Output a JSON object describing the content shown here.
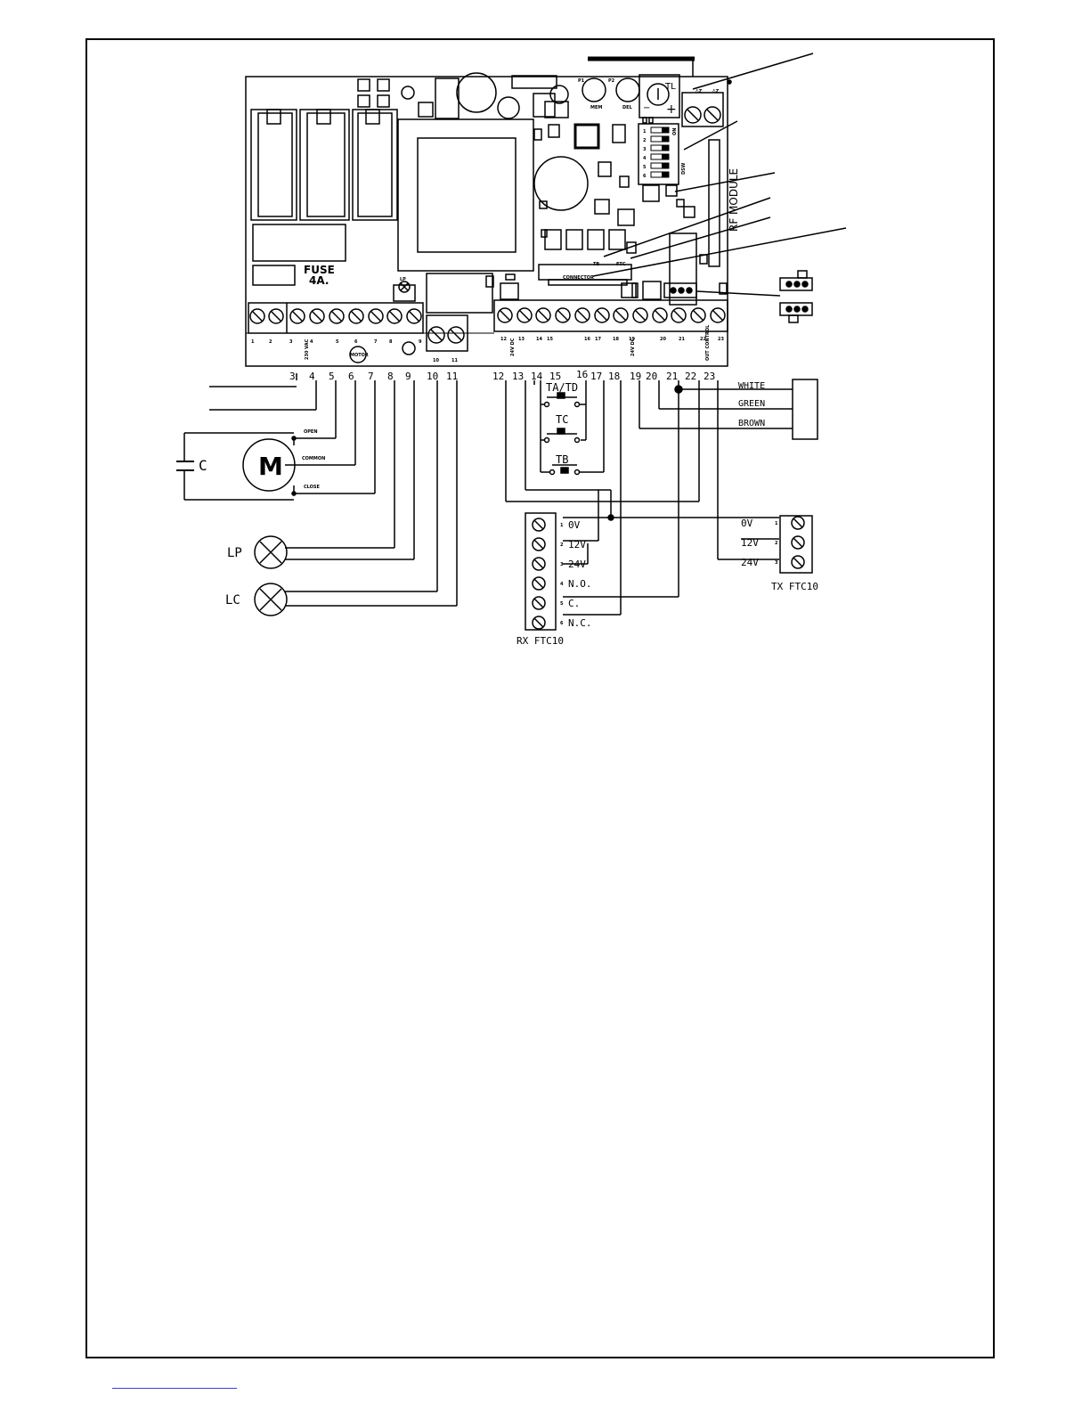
{
  "board": {
    "fuse_label": "FUSE",
    "fuse_value": "4A.",
    "connector_label": "CONNECTOR",
    "rf_module_label": "RF MODULE",
    "trimmer_label": "TL",
    "button_p1": "P1",
    "button_p2": "P2",
    "mem_label": "MEM",
    "del_label": "DEL",
    "dsw_label": "DSW",
    "on_label": "ON",
    "tb_label": "TB",
    "ftc_label": "FTC",
    "lp_label": "LP",
    "motor_label": "MOTOR",
    "mains_label": "230 VAC",
    "v24_label": "24V DC",
    "v24_label2": "24V DC",
    "out_control_label": "OUT CONTROL",
    "minus_label": "−",
    "plus_label": "+",
    "dip_numbers": [
      "1",
      "2",
      "3",
      "4",
      "5",
      "6"
    ],
    "antenna_labels": [
      "♁Z",
      "♁Z"
    ]
  },
  "terminals": {
    "left_numbers": [
      "1",
      "2",
      "3",
      "4",
      "5",
      "6",
      "7",
      "8",
      "9"
    ],
    "mid_numbers": [
      "10",
      "11"
    ],
    "right_numbers": [
      "12",
      "13",
      "14",
      "15",
      "16",
      "17",
      "18",
      "19",
      "20",
      "21",
      "22",
      "23"
    ],
    "below_numbers": [
      "3",
      "4",
      "5",
      "6",
      "7",
      "8",
      "9",
      "10",
      "11",
      "12",
      "13",
      "14",
      "15",
      "16",
      "17",
      "18",
      "19",
      "20",
      "21",
      "22",
      "23"
    ]
  },
  "wiring": {
    "open": "OPEN",
    "common": "COMMON",
    "close": "CLOSE",
    "motor": "M",
    "capacitor": "C",
    "lamp_lp": "LP",
    "lamp_lc": "LC",
    "ta_td": "TA/TD",
    "tc": "TC",
    "tb": "TB",
    "white": "WHITE",
    "green": "GREEN",
    "brown": "BROWN"
  },
  "rx": {
    "title": "RX FTC10",
    "terminals": [
      "0V",
      "12V",
      "24V",
      "N.O.",
      "C.",
      "N.C."
    ],
    "numbers": [
      "1",
      "2",
      "3",
      "4",
      "5",
      "6"
    ]
  },
  "tx": {
    "title": "TX FTC10",
    "terminals": [
      "0V",
      "12V",
      "24V"
    ],
    "numbers": [
      "1",
      "2",
      "3"
    ]
  }
}
